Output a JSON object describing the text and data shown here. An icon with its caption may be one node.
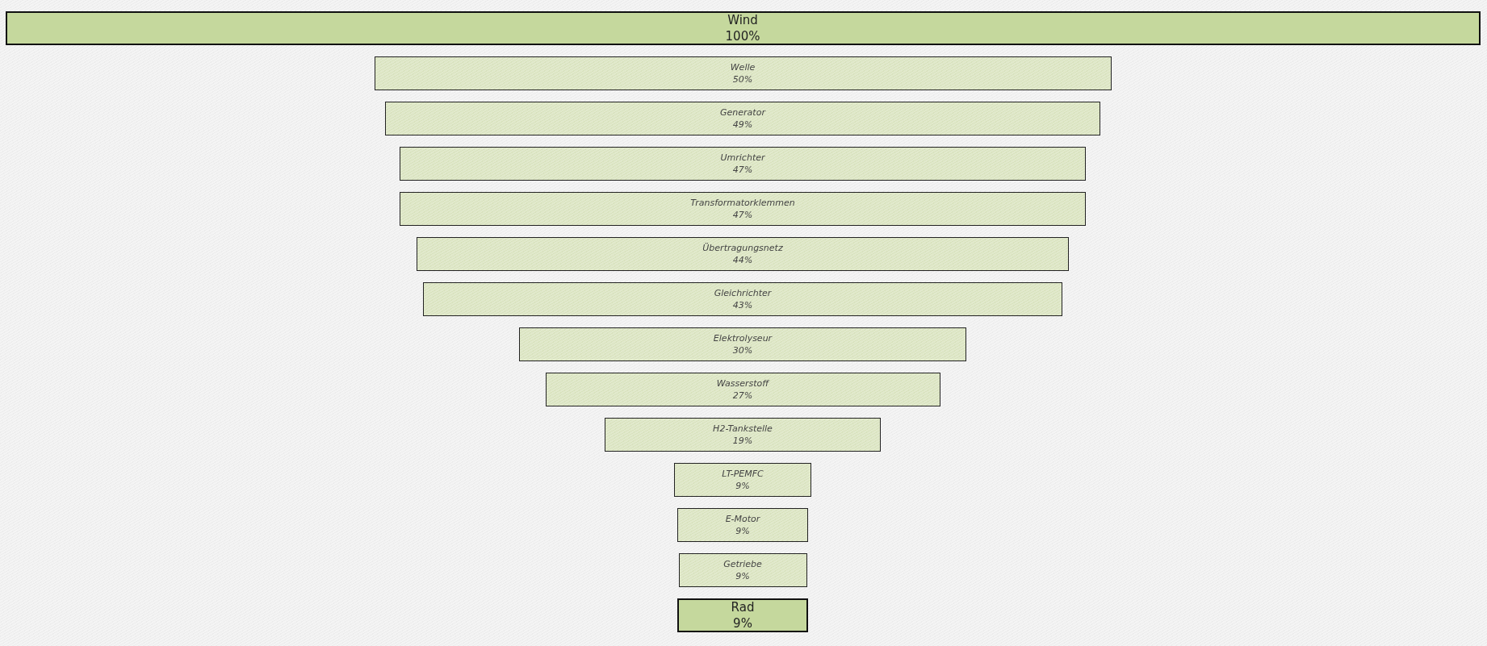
{
  "diagram": {
    "nodes": [
      {
        "text": [
          "Wind",
          "100%"
        ]
      },
      {
        "text": [
          "Welle",
          "50%"
        ]
      },
      {
        "text": [
          "Generator",
          "49%"
        ]
      },
      {
        "text": [
          "Umrichter",
          "47%"
        ]
      },
      {
        "text": [
          "Transformatorklemmen",
          "47%"
        ]
      },
      {
        "text": [
          "Übertragungsnetz",
          "44%"
        ]
      },
      {
        "text": [
          "Gleichrichter",
          "43%"
        ]
      },
      {
        "text": [
          "Elektrolyseur",
          "30%"
        ]
      },
      {
        "text": [
          "Wasserstoff",
          "27%"
        ]
      },
      {
        "text": [
          "H2-Tankstelle",
          "19%"
        ]
      },
      {
        "text": [
          "LT-PEMFC",
          "9%"
        ]
      },
      {
        "text": [
          "E-Motor",
          "9%"
        ]
      },
      {
        "text": [
          "Getriebe",
          "9%"
        ]
      },
      {
        "text": [
          "Rad",
          "9%"
        ]
      }
    ]
  }
}
